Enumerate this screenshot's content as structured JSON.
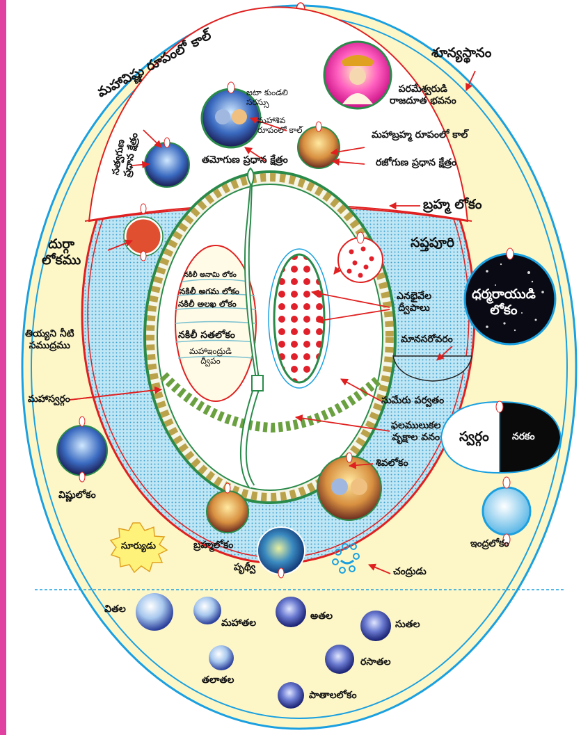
{
  "labels": {
    "shunyasthanam": "శూన్యస్థానం",
    "parameshwara": "పరమేశ్వరుడి\nరాజదూత భవనం",
    "mahavishnu_kal": "మహావిష్ణు రూపంలో కాల్",
    "jata_kundali": "జటా కుండలి\nసరస్సు",
    "mahashiva_kal": "మహాశివ\nరూపంలో కాల్",
    "tamoguna": "తమోగుణ ప్రధాన క్షేత్రం",
    "mahabrahma_kal": "మహాబ్రహ్మ రూపంలో కాల్",
    "rajoguna": "రజోగుణ ప్రధాన క్షేత్రం",
    "satvaguna": "సత్వగుణ\nప్రధాన క్షేత్రం",
    "brahmalokam_top": "బ్రహ్మ లోకం",
    "durga": "దుర్గా\nలోకము",
    "saptapuri": "సప్తపూరి",
    "ena_dwipalu": "ఎనభైవేల\nద్వీపాలు",
    "dharmaraya": "ధర్మరాయుడి\nలోకం",
    "nakili_anami": "నకిలీ అనామి లోకం",
    "nakili_agama": "నకిలీ అగమ లోకం",
    "nakili_alakh": "నకిలీ అలఖ లోకం",
    "nakili_satha": "నకిలీ సతలోకం",
    "mahendra_dwipam": "మహాఇంద్రుడి\nద్వీపం",
    "manasarovaram": "మానసరోవరం",
    "tiyyani": "తియ్యని నీటి\nసముద్రము",
    "mahaswargam": "మహాస్వర్గం",
    "sumeru": "సుమేరు పర్వతం",
    "phala_vanam": "ఫలములుకల\nవృక్షాల వనం",
    "swargam": "స్వర్గం",
    "narakam": "నరకం",
    "shivalokam": "శివలోకం",
    "vishnulokam": "విష్ణులోకం",
    "suryudu": "సూర్యుడు",
    "brahmalokam_bottom": "బ్రహ్మలోకం",
    "pruthvi": "పృథ్వీ",
    "chandrudu": "చంద్రుడు",
    "indralokam": "ఇంద్రలోకం",
    "vitala": "వితల",
    "mahatala": "మహాతల",
    "atala": "అతల",
    "sutala": "సుతల",
    "talatala": "తలాతల",
    "rasatala": "రసాతల",
    "patalalokam": "పాతాలలోకం"
  },
  "colors": {
    "frame_pink": "#e040a0",
    "cosmos_fill": "#fdf7c8",
    "outer_ring_blue": "#1aa0e0",
    "ring_red": "#e02020",
    "ocean_blue": "#8fd3ea",
    "tree_brown": "#9a7a2a",
    "sumeru_green": "#2a8a4a",
    "dot_red": "#e0202a",
    "night_black": "#0a0a14"
  },
  "icons": [
    "deity-portrait-icon",
    "sun-icon",
    "moon-icon",
    "earth-icon",
    "planet-icon",
    "pillar-icon"
  ]
}
